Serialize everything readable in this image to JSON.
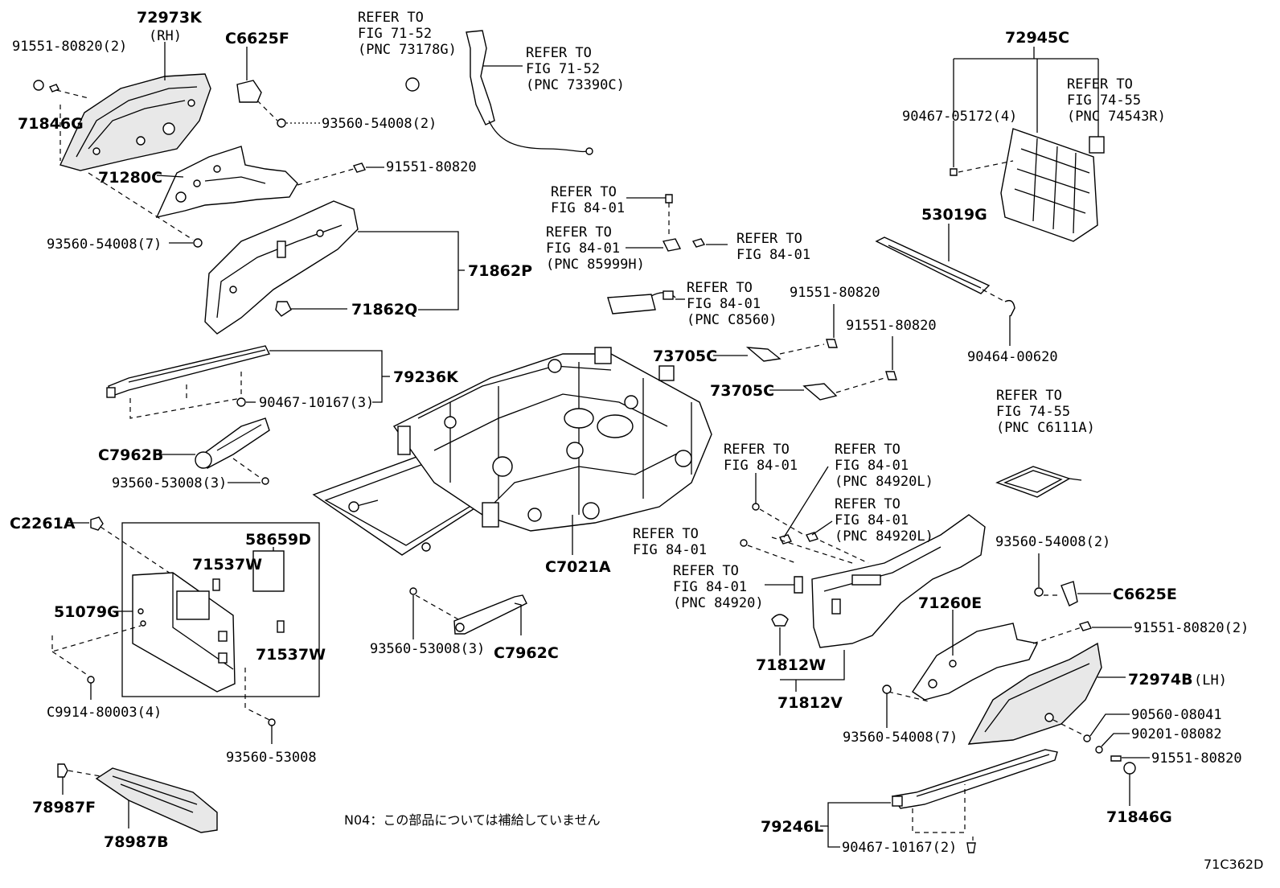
{
  "diagram": {
    "code": "71C362D",
    "note": "N04：この部品については補給していません",
    "labels": {
      "p72973K": "72973K",
      "rh": "(RH)",
      "p91551_2a": "91551-80820(2)",
      "p71846G_a": "71846G",
      "pC6625F": "C6625F",
      "p93560_2": "93560-54008(2)",
      "p71280C": "71280C",
      "p91551_a": "91551-80820",
      "p93560_7a": "93560-54008(7)",
      "p71862P": "71862P",
      "p71862Q": "71862Q",
      "p79236K": "79236K",
      "p90467_3": "90467-10167(3)",
      "pC7962B": "C7962B",
      "p93560_53008_3a": "93560-53008(3)",
      "pC2261A": "C2261A",
      "p58659D": "58659D",
      "p71537W_a": "71537W",
      "p51079G": "51079G",
      "p71537W_b": "71537W",
      "pC9914": "C9914-80003(4)",
      "p93560_53008": "93560-53008",
      "p78987F": "78987F",
      "p78987B": "78987B",
      "refer_fig7152_a1": "REFER TO",
      "refer_fig7152_a2": "FIG 71-52",
      "refer_fig7152_a3": "(PNC 73178G)",
      "refer_fig7152_b1": "REFER TO",
      "refer_fig7152_b2": "FIG 71-52",
      "refer_fig7152_b3": "(PNC 73390C)",
      "refer_8401_a1": "REFER TO",
      "refer_8401_a2": "FIG 84-01",
      "refer_8401_b1": "REFER TO",
      "refer_8401_b2": "FIG 84-01",
      "refer_8401_b3": "(PNC 85999H)",
      "refer_8401_c1": "REFER TO",
      "refer_8401_c2": "FIG 84-01",
      "refer_8401_d1": "REFER TO",
      "refer_8401_d2": "FIG 84-01",
      "refer_8401_d3": "(PNC C8560)",
      "p91551_b": "91551-80820",
      "p91551_c": "91551-80820",
      "p73705C_a": "73705C",
      "p73705C_b": "73705C",
      "p72945C": "72945C",
      "p90467_05172": "90467-05172(4)",
      "refer_7455_a1": "REFER TO",
      "refer_7455_a2": "FIG 74-55",
      "refer_7455_a3": "(PNC 74543R)",
      "p53019G": "53019G",
      "p90464": "90464-00620",
      "refer_7455_b1": "REFER TO",
      "refer_7455_b2": "FIG 74-55",
      "refer_7455_b3": "(PNC C6111A)",
      "refer_8401_e1": "REFER TO",
      "refer_8401_e2": "FIG 84-01",
      "refer_8401_f1": "REFER TO",
      "refer_8401_f2": "FIG 84-01",
      "refer_8401_f3": "(PNC 84920L)",
      "refer_8401_g1": "REFER TO",
      "refer_8401_g2": "FIG 84-01",
      "refer_8401_g3": "(PNC 84920L)",
      "refer_8401_h1": "REFER TO",
      "refer_8401_h2": "FIG 84-01",
      "refer_8401_i1": "REFER TO",
      "refer_8401_i2": "FIG 84-01",
      "refer_8401_i3": "(PNC 84920)",
      "pC7021A": "C7021A",
      "p93560_53008_3b": "93560-53008(3)",
      "pC7962C": "C7962C",
      "p93560_2b": "93560-54008(2)",
      "pC6625E": "C6625E",
      "p71260E": "71260E",
      "p91551_2b": "91551-80820(2)",
      "p72974B": "72974B",
      "lh": "(LH)",
      "p71812W": "71812W",
      "p71812V": "71812V",
      "p93560_7b": "93560-54008(7)",
      "p90560": "90560-08041",
      "p90201": "90201-08082",
      "p91551_d": "91551-80820",
      "p71846G_b": "71846G",
      "p79246L": "79246L",
      "p90467_2": "90467-10167(2)"
    }
  }
}
